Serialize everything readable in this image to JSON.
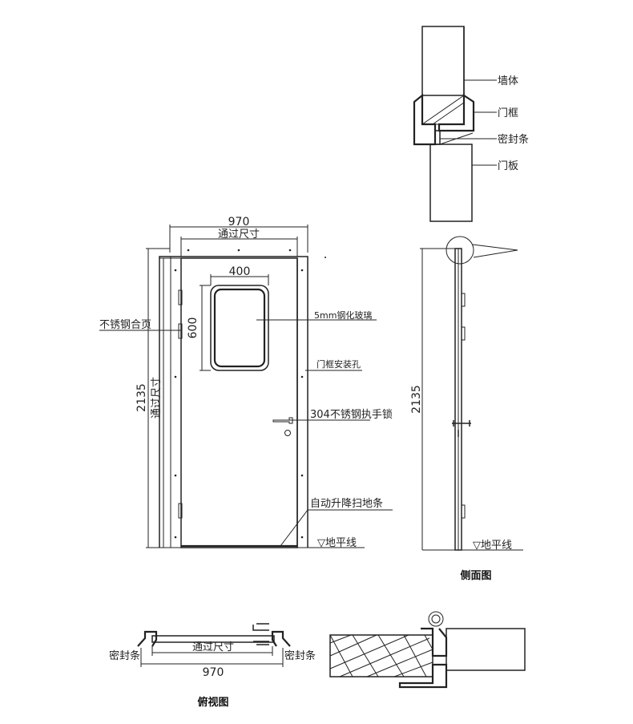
{
  "front_view": {
    "overall_width": "970",
    "clear_opening_width": "通过尺寸",
    "window_width": "400",
    "window_height": "600",
    "overall_height": "2135",
    "clear_opening_height": "通过尺寸",
    "labels": {
      "glass": "5mm钢化玻璃",
      "frame_hole": "门框安装孔",
      "hinge": "不锈钢合页",
      "lock": "304不锈钢执手锁",
      "sweep": "自动升降扫地条",
      "ground": "▽地平线"
    }
  },
  "section_detail": {
    "labels": {
      "wall": "墙体",
      "frame": "门框",
      "seal": "密封条",
      "panel": "门板"
    }
  },
  "side_view": {
    "height": "2135",
    "ground": "▽地平线",
    "caption": "侧面图"
  },
  "top_view": {
    "clear_opening": "通过尺寸",
    "overall_width": "970",
    "seal_left": "密封条",
    "seal_right": "密封条",
    "caption": "俯视图"
  },
  "colors": {
    "line": "#222222",
    "background": "#ffffff"
  }
}
